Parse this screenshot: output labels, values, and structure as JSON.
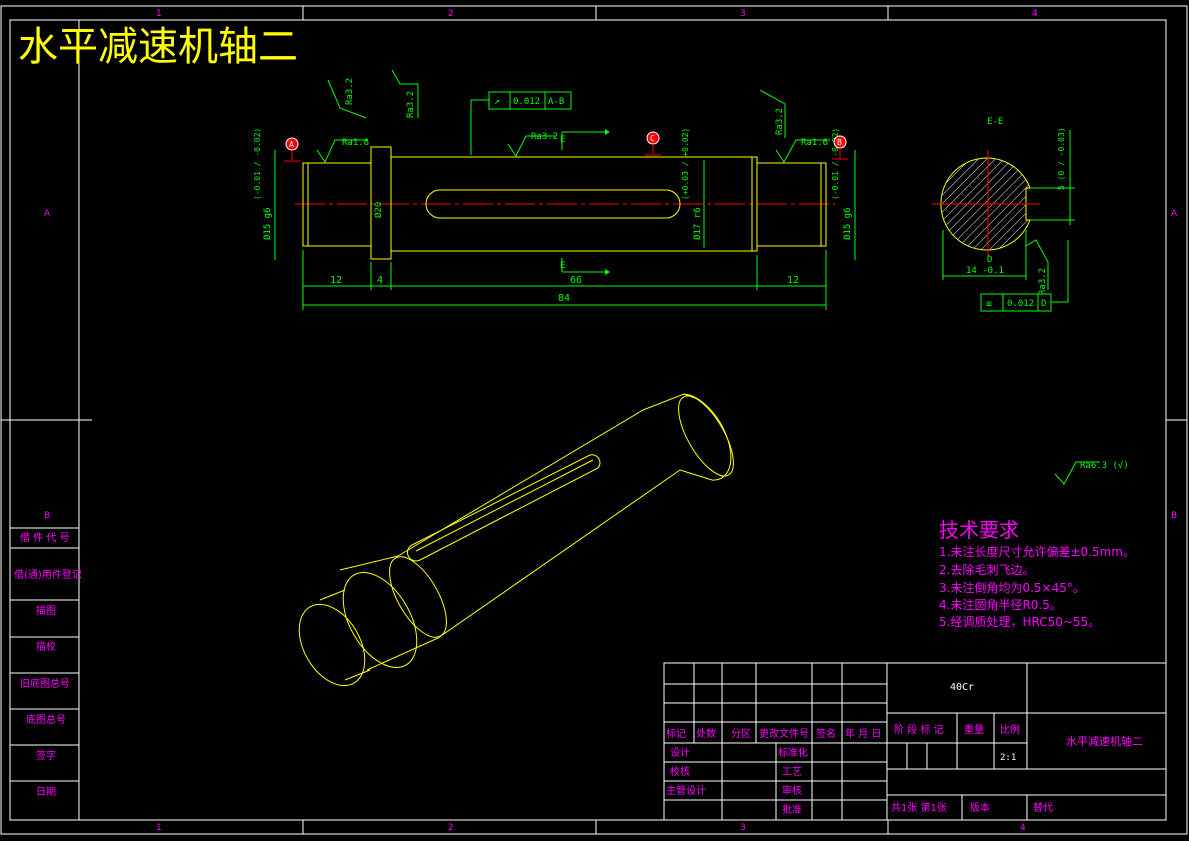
{
  "drawing": {
    "title": "水平减速机轴二",
    "zone_columns_top": [
      "1",
      "2",
      "3",
      "4"
    ],
    "zone_columns_bottom": [
      "1",
      "2",
      "3",
      "4"
    ],
    "zone_rows_left": [
      "A",
      "B"
    ],
    "zone_rows_right": [
      "A",
      "B"
    ]
  },
  "left_strip": [
    "借 件 代 号",
    "借(通)用件登记",
    "描图",
    "描校",
    "旧底图总号",
    "底图总号",
    "签字",
    "日期"
  ],
  "main_view": {
    "datum_a": "A",
    "datum_b": "B",
    "datum_c": "C",
    "section_mark_top": "E",
    "section_mark_bottom": "E",
    "roughness": [
      "Ra3.2",
      "Ra1.6",
      "Ra3.2",
      "Ra3.2",
      "Ra3.2",
      "Ra1.6"
    ],
    "tolerance_frame": [
      "↗",
      "0.012",
      "A-B"
    ],
    "dim_left_journal": "Ø15 g6",
    "dim_left_journal_tol": "(-0.01 / -0.02)",
    "dim_collar": "Ø20",
    "dim_middle": "Ø17 r6",
    "dim_middle_tol": "(+0.03 / +0.02)",
    "dim_right_journal": "Ø15 g6",
    "dim_right_journal_tol": "(-0.01 / -0.02)",
    "dim_12_left": "12",
    "dim_4": "4",
    "dim_66": "66",
    "dim_12_right": "12",
    "dim_84": "84"
  },
  "section_view": {
    "label": "E-E",
    "dim_width": "14 -0.1",
    "dim_key": "5 (0 / -0.03)",
    "roughness": "Ra3.2",
    "datum": "D",
    "tolerance_frame": [
      "≡",
      "0.012",
      "D"
    ]
  },
  "general_roughness": "Ra6.3 (√)",
  "tech_req": {
    "title": "技术要求",
    "items": [
      "1.未注长度尺寸允许偏差±0.5mm。",
      "2.去除毛刺飞边。",
      "3.未注倒角均为0.5×45°。",
      "4.未注圆角半径R0.5。",
      "5.经调质处理，HRC50~55。"
    ]
  },
  "title_block": {
    "material": "40Cr",
    "part_name": "水平减速机轴二",
    "scale": "2:1",
    "header_row": [
      "标记",
      "处数",
      "分区",
      "更改文件号",
      "签名",
      "年 月 日"
    ],
    "stage_headers": [
      "阶 段 标 记",
      "重量",
      "比例"
    ],
    "roles": [
      "设计",
      "校核",
      "主管设计"
    ],
    "roles_right": [
      "标准化",
      "工艺",
      "审核",
      "批准"
    ],
    "sheet_info": "共1张 第1张",
    "version": "版本",
    "replace": "替代"
  }
}
